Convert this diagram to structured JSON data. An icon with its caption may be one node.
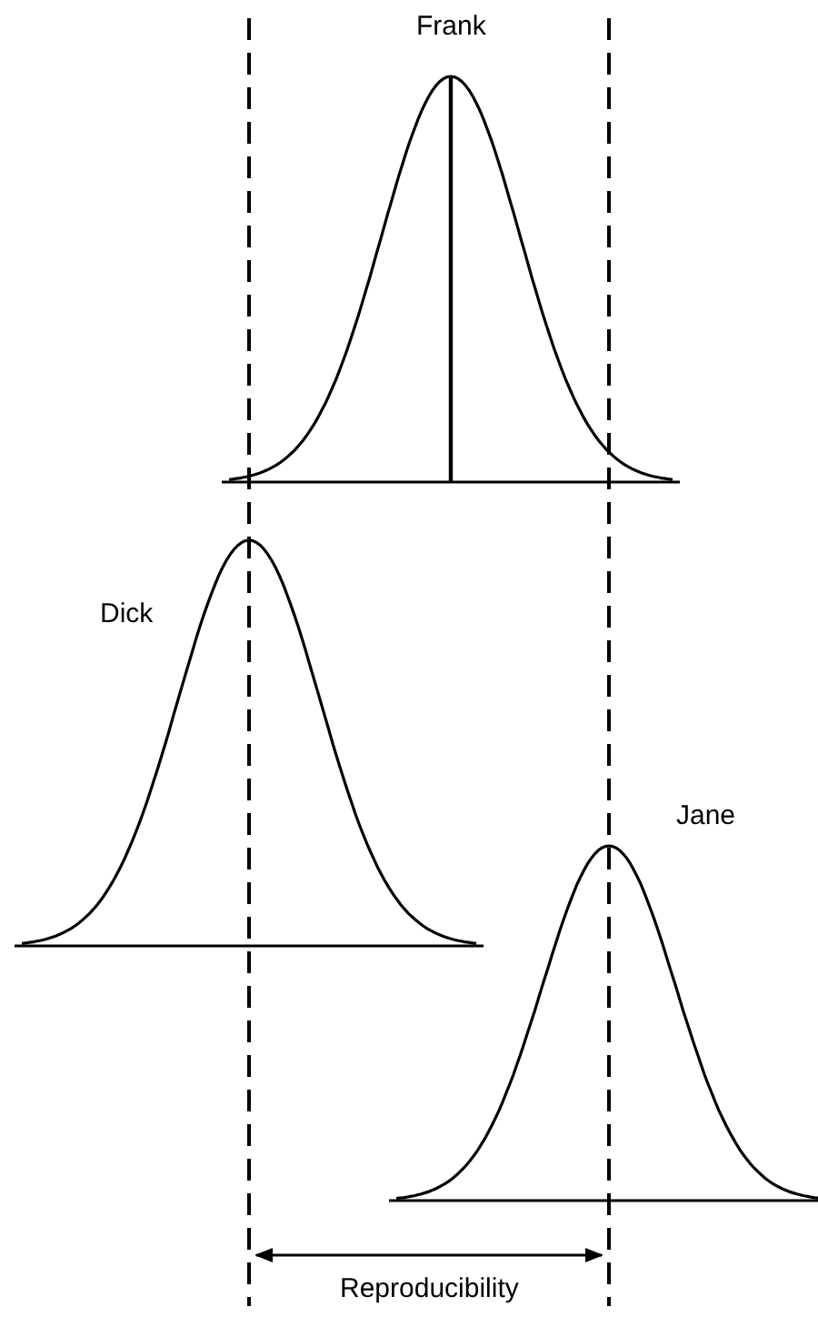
{
  "diagram": {
    "labels": [
      "Frank",
      "Dick",
      "Jane",
      "Reproducibility"
    ]
  }
}
